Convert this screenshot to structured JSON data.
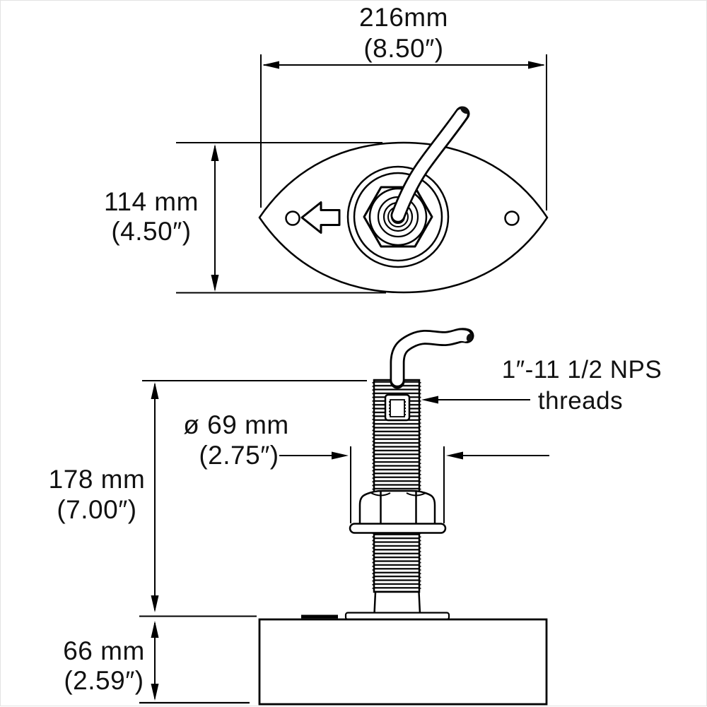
{
  "top_view": {
    "width_mm": "216mm",
    "width_in": "(8.50″)",
    "height_mm": "114 mm",
    "height_in": "(4.50″)"
  },
  "side_view": {
    "stem_mm": "178 mm",
    "stem_in": "(7.00″)",
    "base_mm": "66 mm",
    "base_in": "(2.59″)",
    "dia_mm": "ø 69 mm",
    "dia_in": "(2.75″)",
    "threads_line1": "1″-11 1/2 NPS",
    "threads_line2": "threads"
  }
}
